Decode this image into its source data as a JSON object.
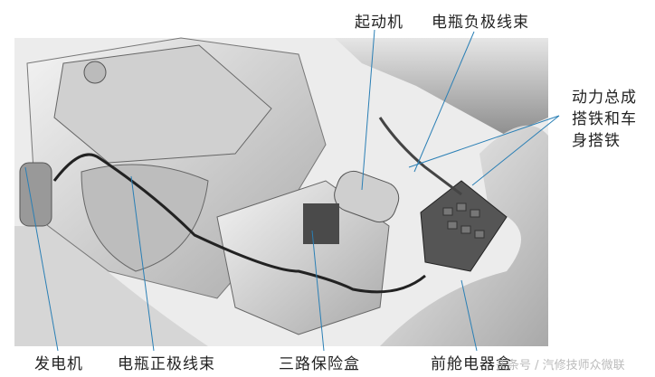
{
  "labels": {
    "starter": "起动机",
    "battery_negative_harness": "电瓶负极线束",
    "ground_line1": "动力总成",
    "ground_line2": "搭铁和车",
    "ground_line3": "身搭铁",
    "alternator": "发电机",
    "battery_positive_harness": "电瓶正极线束",
    "three_way_fuse_box": "三路保险盒",
    "front_compartment_electrical_box": "前舱电器盒"
  },
  "watermark": "头条号 / 汽修技师众微联",
  "colors": {
    "leader_line": "#2a7fb5",
    "render_gray": "#c8c8c8"
  }
}
